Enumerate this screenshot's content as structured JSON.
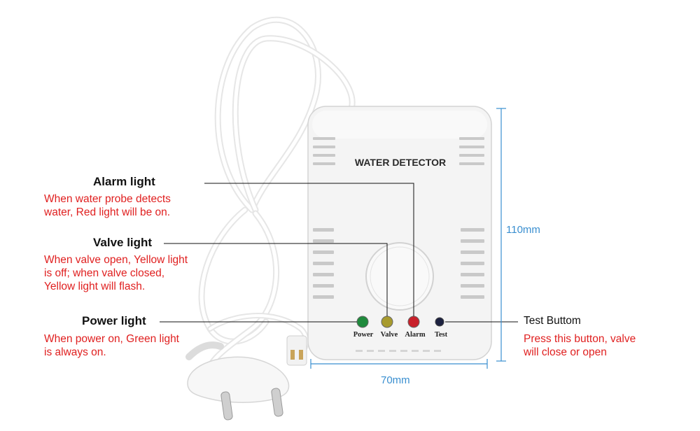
{
  "device": {
    "name": "WATER DETECTOR",
    "leds": [
      {
        "label": "Power",
        "color": "#1f8a3c"
      },
      {
        "label": "Valve",
        "color": "#a89b2e"
      },
      {
        "label": "Alarm",
        "color": "#c8202a"
      },
      {
        "label": "Test",
        "color": "#1c2140"
      }
    ]
  },
  "callouts": {
    "alarm": {
      "title": "Alarm light",
      "lines": [
        "When water probe detects",
        "water, Red light will be on."
      ]
    },
    "valve": {
      "title": "Valve light",
      "lines": [
        "When valve open, Yellow light",
        "is off; when valve closed,",
        "Yellow light will flash."
      ]
    },
    "power": {
      "title": "Power light",
      "lines": [
        "When power on, Green light",
        "is always on."
      ]
    },
    "test": {
      "title": "Test Buttom",
      "lines": [
        "Press this button, valve",
        "will close or open"
      ]
    }
  },
  "dimensions": {
    "height": "110mm",
    "width": "70mm"
  },
  "colors": {
    "description_text": "#e02020",
    "dimension_text": "#3a8fd0"
  }
}
